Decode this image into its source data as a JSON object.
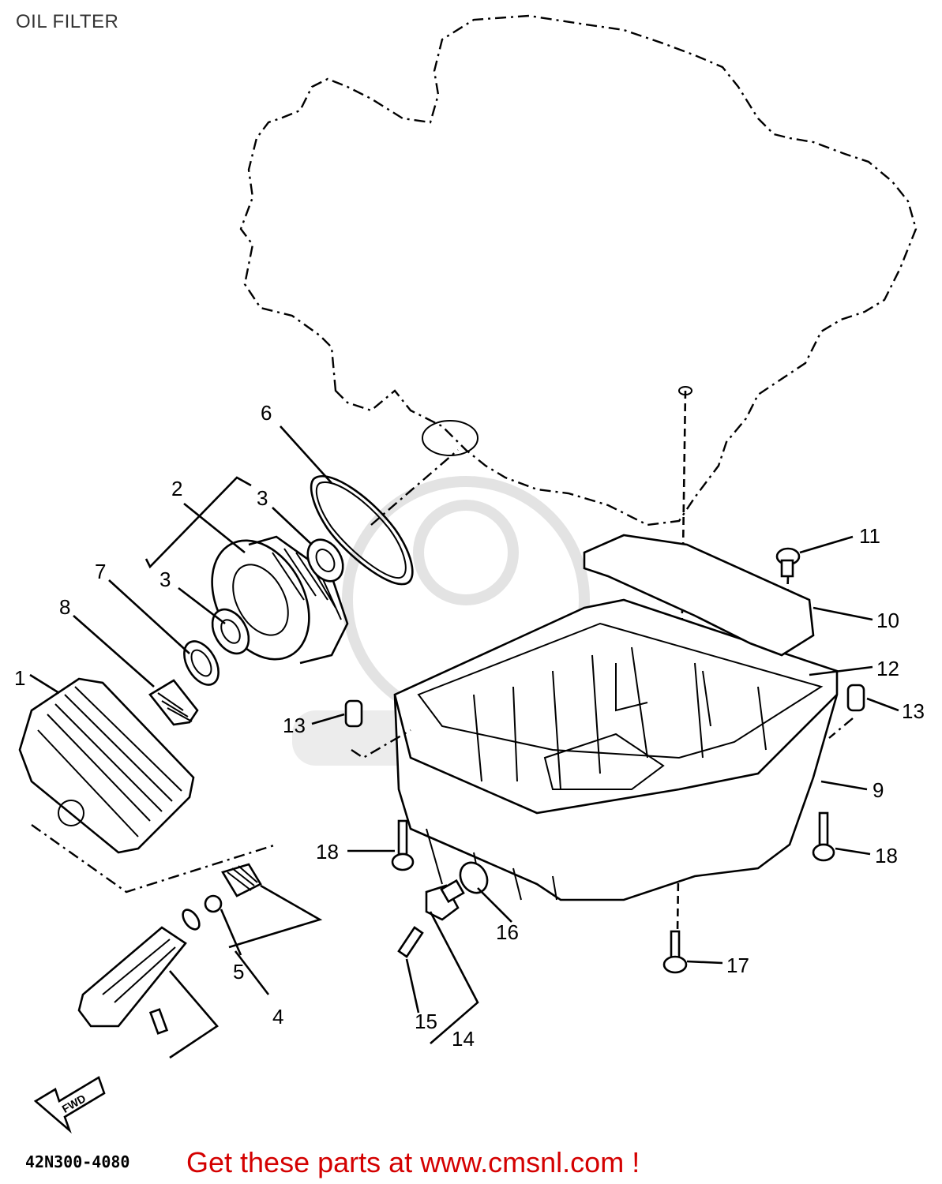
{
  "title": "OIL FILTER",
  "part_code": "42N300-4080",
  "promo": "Get these parts at www.cmsnl.com !",
  "fwd_label": "FWD",
  "callouts": [
    "1",
    "2",
    "3",
    "3",
    "4",
    "5",
    "6",
    "7",
    "8",
    "9",
    "10",
    "11",
    "12",
    "13",
    "13",
    "14",
    "15",
    "16",
    "17",
    "18",
    "18"
  ]
}
